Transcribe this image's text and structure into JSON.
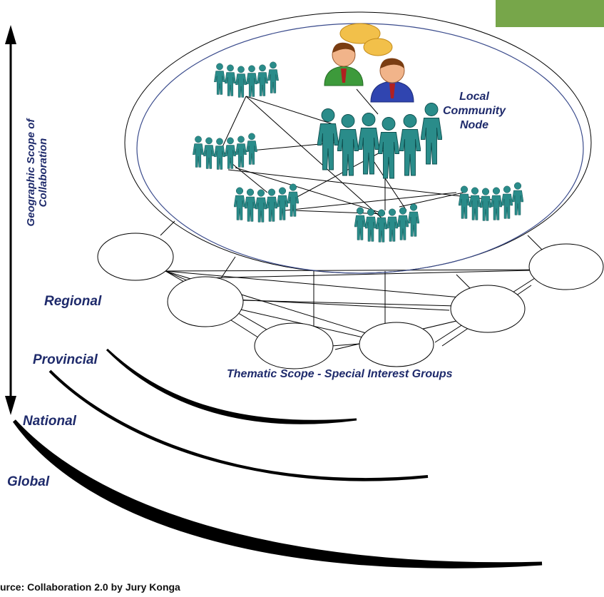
{
  "scale_levels": [
    {
      "label": "Regional"
    },
    {
      "label": "Provincial"
    },
    {
      "label": "National"
    },
    {
      "label": "Global"
    }
  ],
  "axis_label": {
    "line1": "Geographic Scope of",
    "line2": "Collaboration"
  },
  "local_node": {
    "line1": "Local Community",
    "line2": "Node"
  },
  "thematic_label": "Thematic Scope - Special Interest Groups",
  "source": "urce: Collaboration 2.0 by Jury Konga",
  "colors": {
    "label_text": "#1e2a6b",
    "people_teal": "#2a8c8a",
    "people_dark": "#0f4f4f",
    "green_tab": "#77a64a",
    "ellipse_blue": "#3a4b8c",
    "person_green": "#3d9a3b",
    "person_blue": "#3045b0",
    "speech_bubble": "#f2c04a"
  },
  "icons": [
    "people-chain-icon",
    "user-pair-chat-icon",
    "double-arrow-icon"
  ]
}
